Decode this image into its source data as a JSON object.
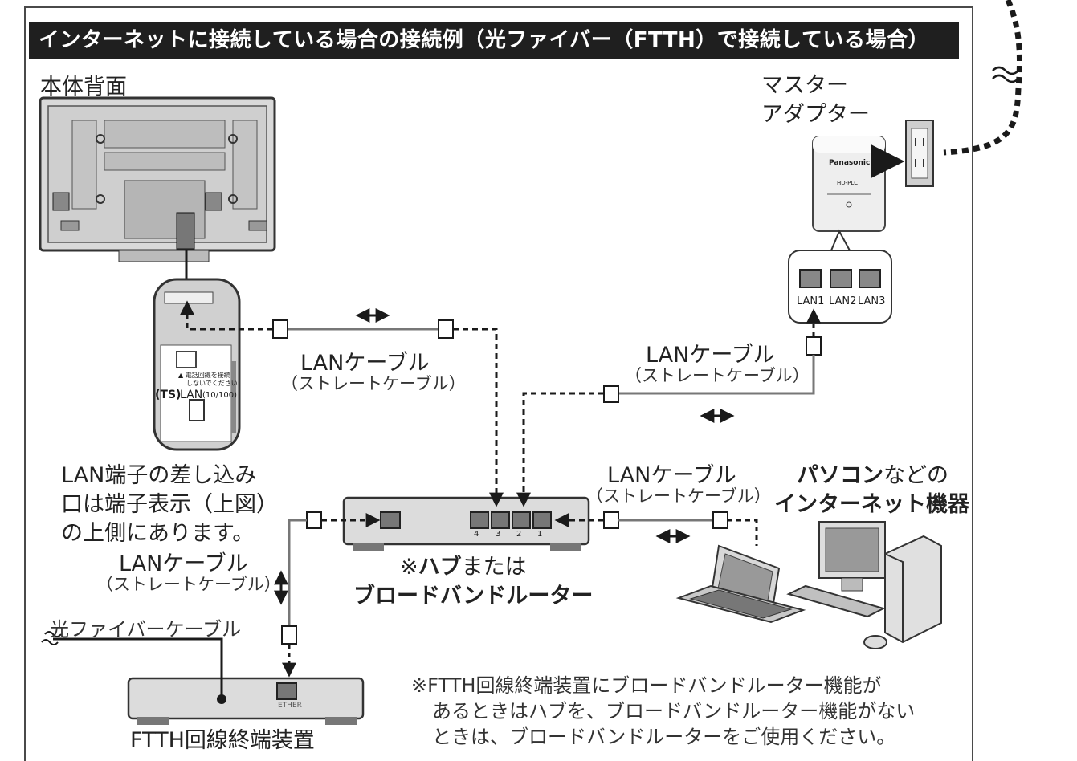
{
  "title": "インターネットに接続している場合の接続例（光ファイバー（FTTH）で接続している場合）",
  "tv_rear_label": "本体背面",
  "master_adapter_label_line1": "マスター",
  "master_adapter_label_line2": "アダプター",
  "adapter_brand": "Panasonic",
  "adapter_model": "HD-PLC",
  "adapter_ports": [
    "LAN1",
    "LAN2",
    "LAN3"
  ],
  "tv_port_label": "LAN",
  "tv_port_spec": "(10/100)",
  "tv_ts_label": "(TS)",
  "tv_warning_line1": "▲ 電話回線を接続",
  "tv_warning_line2": "しないでください",
  "cable_label": "LANケーブル",
  "cable_sub_label": "（ストレートケーブル）",
  "lan_note_line1": "LAN端子の差し込み",
  "lan_note_line2": "口は端子表示（上図）",
  "lan_note_line3": "の上側にあります。",
  "pc_label_line1_bold": "パソコン",
  "pc_label_line1_rest": "などの",
  "pc_label_line2": "インターネット機器",
  "hub_label_line1_prefix": "※",
  "hub_label_line1_bold": "ハブ",
  "hub_label_line1_rest": "または",
  "hub_label_line2": "ブロードバンドルーター",
  "hub_port_numbers": [
    "4",
    "3",
    "2",
    "1"
  ],
  "fiber_label": "光ファイバーケーブル",
  "ftth_label": "FTTH回線終端装置",
  "ftth_port_label": "ETHER",
  "footnote_line1": "※FTTH回線終端装置にブロードバンドルーター機能が",
  "footnote_line2": "あるときはハブを、ブロードバンドルーター機能がない",
  "footnote_line3": "ときは、ブロードバンドルーターをご使用ください。",
  "colors": {
    "title_bg": "#1f1f1f",
    "device_gray": "#c8c8c8",
    "line": "#1a1a1a"
  }
}
